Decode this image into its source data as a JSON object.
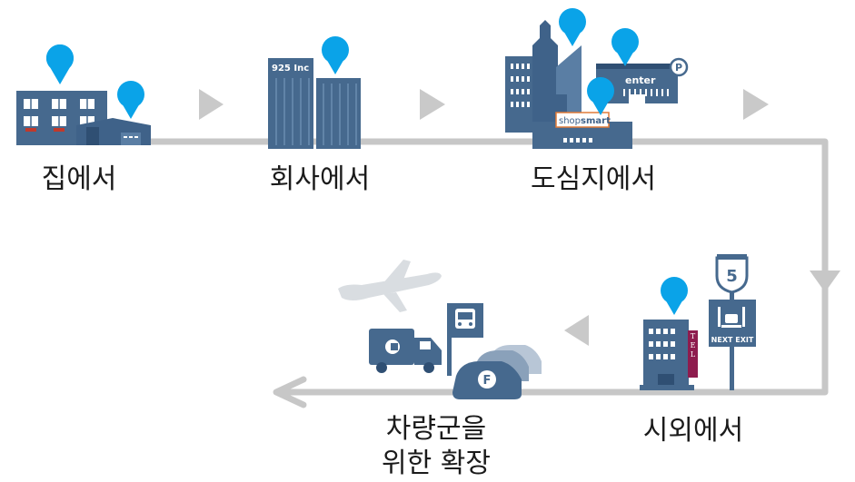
{
  "stages": [
    {
      "label": "집에서"
    },
    {
      "label": "회사에서"
    },
    {
      "label": "도심지에서"
    },
    {
      "label": "시외에서"
    },
    {
      "label": "차량군을\n위한 확장"
    }
  ],
  "signs": {
    "office": "925 Inc",
    "enter": "enter",
    "parking": "P",
    "shop_prefix": "shop",
    "shop_suffix": "smart",
    "hotel": "HOTEL",
    "interstate": "5",
    "next_exit": "NEXT EXIT",
    "fleet_car": "F"
  },
  "colors": {
    "building": "#46698e",
    "building_dark": "#2f4f73",
    "pin": "#0aa3e8",
    "path": "#c7c7c7",
    "arrow": "#c9c9c9"
  }
}
